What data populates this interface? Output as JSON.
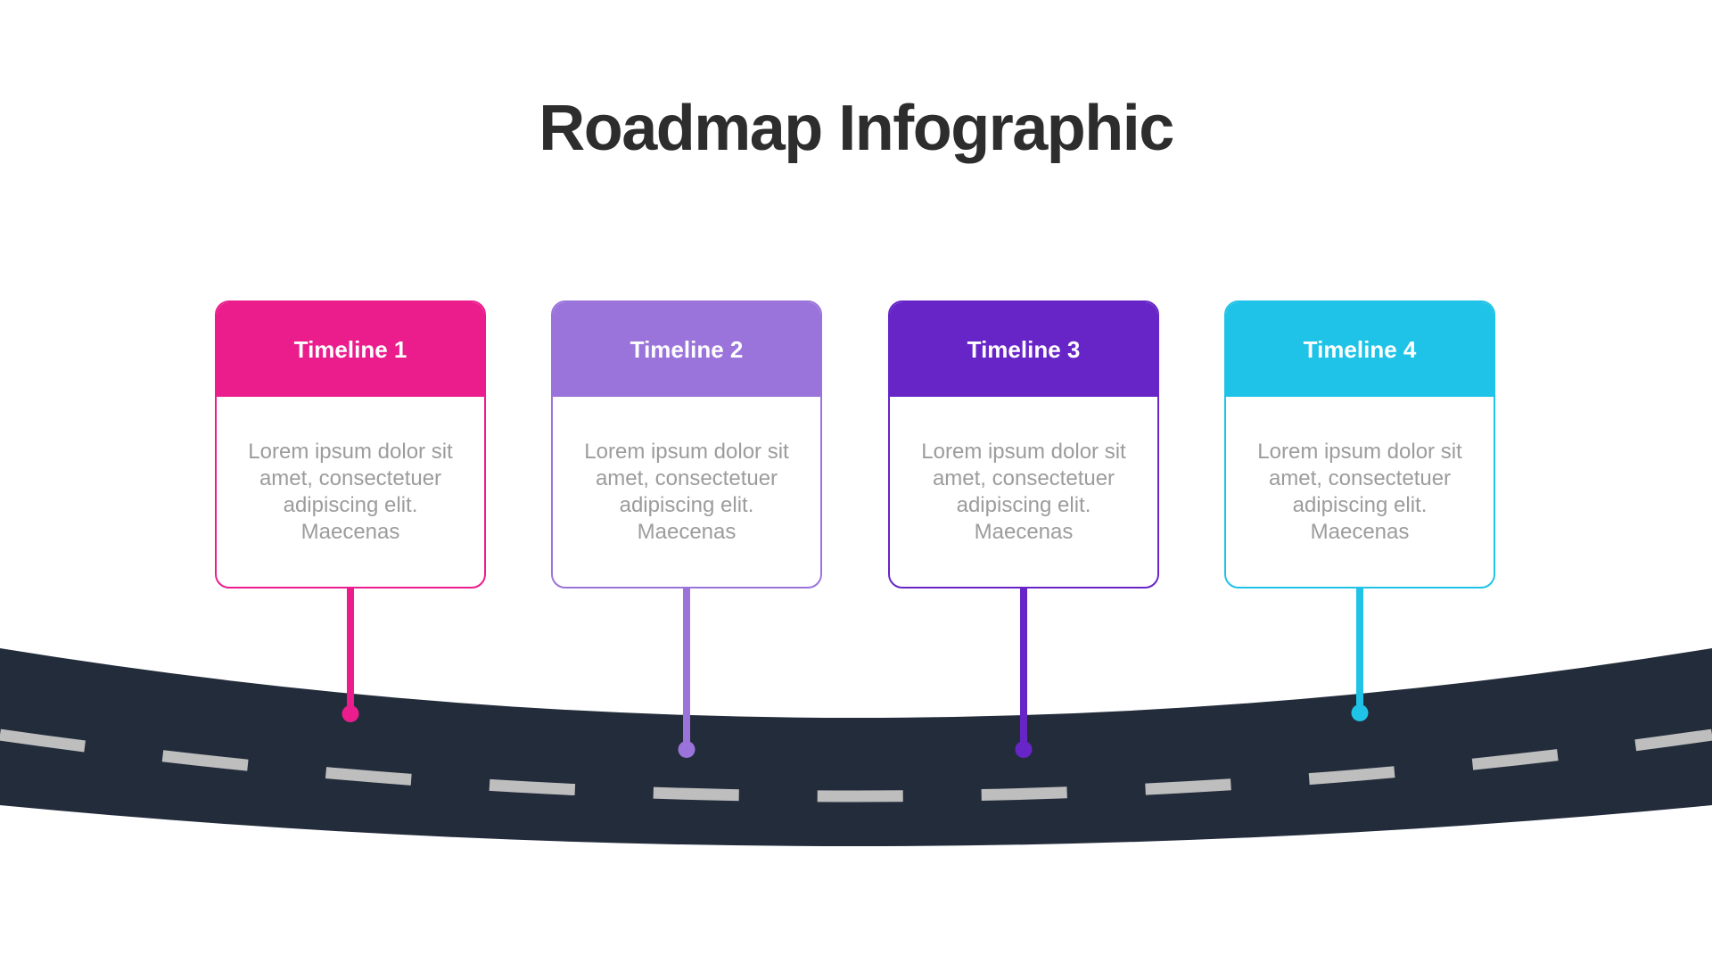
{
  "page": {
    "title": "Roadmap Infographic",
    "background": "#ffffff",
    "title_color": "#2d2d2d"
  },
  "cards": [
    {
      "label": "Timeline 1",
      "color": "#EB1D8D",
      "body_lines": [
        "Lorem ipsum dolor sit",
        "amet, consectetuer",
        "adipiscing elit.",
        "Maecenas"
      ]
    },
    {
      "label": "Timeline 2",
      "color": "#9B74DB",
      "body_lines": [
        "Lorem ipsum dolor sit",
        "amet, consectetuer",
        "adipiscing elit.",
        "Maecenas"
      ]
    },
    {
      "label": "Timeline 3",
      "color": "#6725C8",
      "body_lines": [
        "Lorem ipsum dolor sit",
        "amet, consectetuer",
        "adipiscing elit.",
        "Maecenas"
      ]
    },
    {
      "label": "Timeline 4",
      "color": "#1FC3E7",
      "body_lines": [
        "Lorem ipsum dolor sit",
        "amet, consectetuer",
        "adipiscing elit.",
        "Maecenas"
      ]
    }
  ],
  "road": {
    "color": "#232C3B",
    "dash_color": "#BEBEBE"
  }
}
